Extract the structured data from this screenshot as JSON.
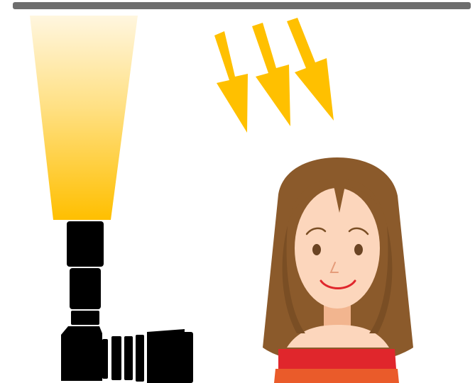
{
  "scene": {
    "background_color": "#ffffff",
    "ceiling_color": "#6e6e6e",
    "light_beam_colors": [
      "#fff6df",
      "#ffe083",
      "#ffbf00"
    ],
    "arrow_color": "#ffc000",
    "camera_color": "#000000",
    "hair_color": "#8b5a2b",
    "skin_color": "#fcd6bc",
    "top_color": "#e0262c"
  },
  "elements": {
    "ceiling": "ceiling-bar",
    "light_beam": "flash-light-beam",
    "arrows": [
      "light-arrow",
      "light-arrow",
      "light-arrow"
    ],
    "camera": "camera-icon",
    "subject": "woman-portrait-icon"
  }
}
